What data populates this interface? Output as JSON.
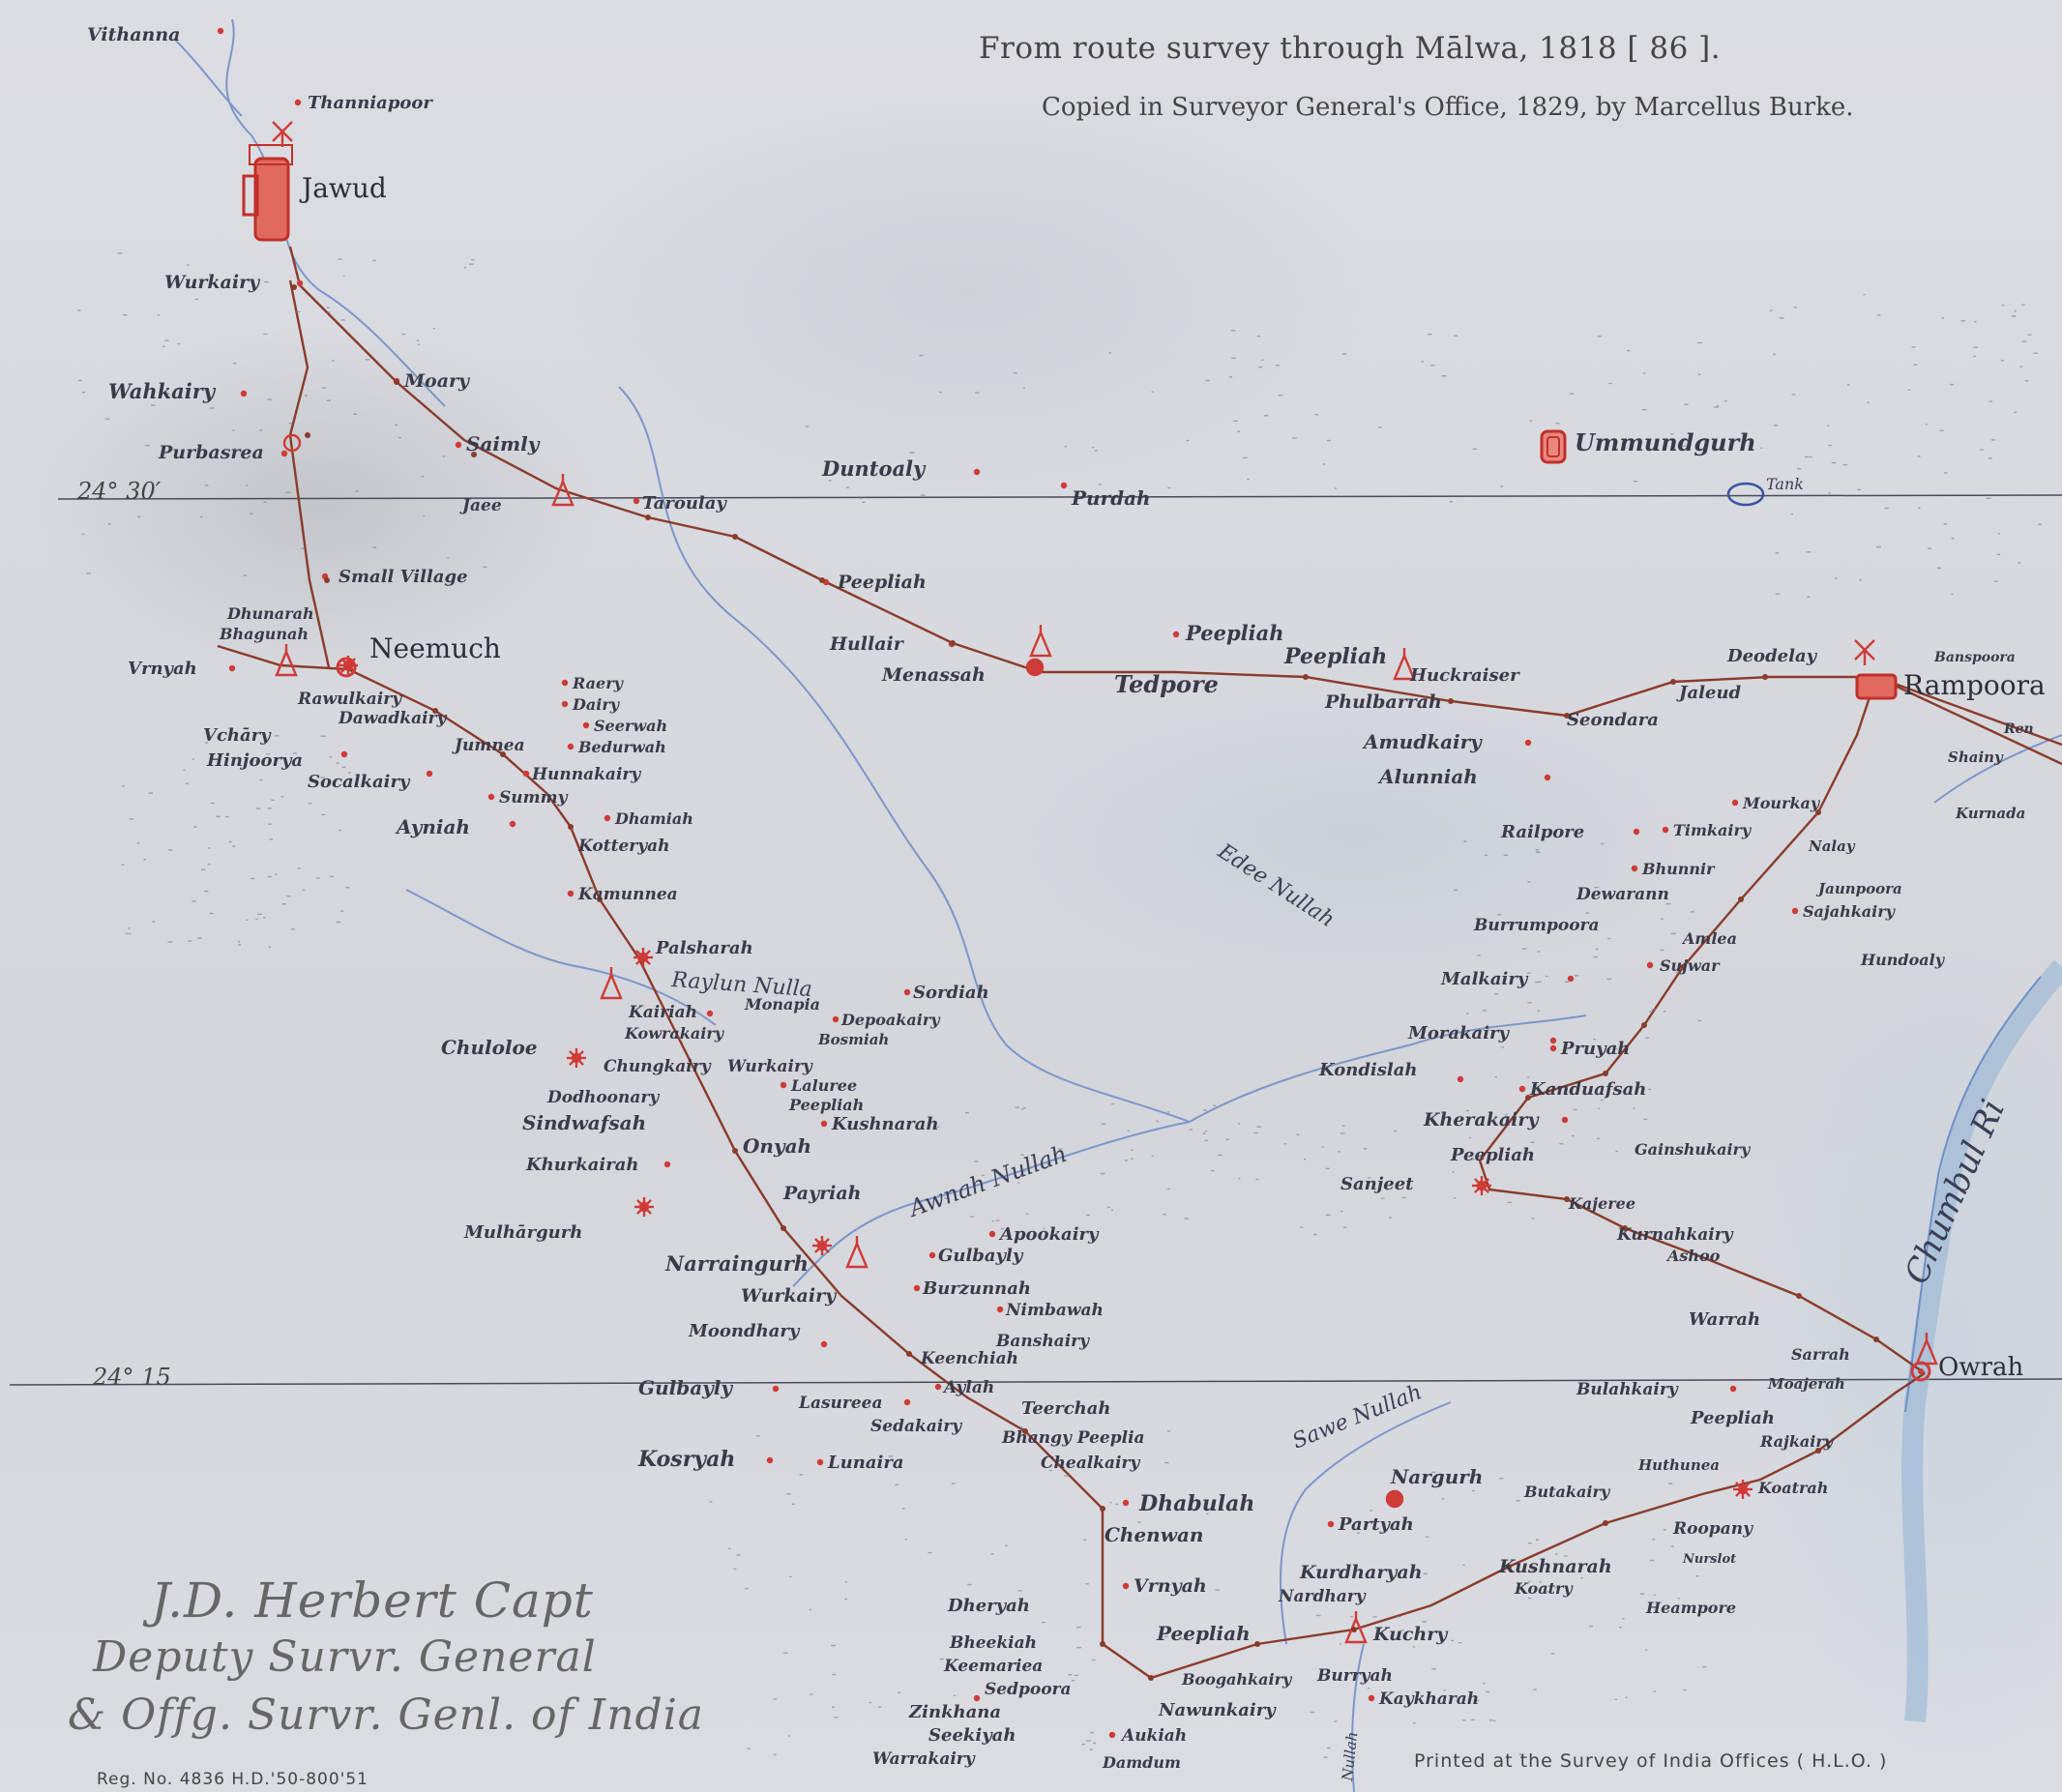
{
  "header": {
    "title": "From route survey through Mālwa, 1818 [ 86 ].",
    "subtitle": "Copied in Surveyor General's Office, 1829, by Marcellus Burke."
  },
  "graticule": {
    "north": "24° 30′",
    "south": "24° 15"
  },
  "towns": [
    {
      "id": "jawud",
      "name": "Jawud"
    },
    {
      "id": "neemuch",
      "name": "Neemuch"
    },
    {
      "id": "rampoora",
      "name": "Rampoora"
    },
    {
      "id": "owrah",
      "name": "Owrah"
    }
  ],
  "places": [
    {
      "id": "vithanna",
      "name": "Vithanna"
    },
    {
      "id": "thanniapoor",
      "name": "Thanniapoor"
    },
    {
      "id": "wurkairy-n",
      "name": "Wurkairy"
    },
    {
      "id": "wahkairy",
      "name": "Wahkairy"
    },
    {
      "id": "moary",
      "name": "Moary"
    },
    {
      "id": "saimly",
      "name": "Saimly"
    },
    {
      "id": "purbasrea",
      "name": "Purbasrea"
    },
    {
      "id": "jaee",
      "name": "Jaee"
    },
    {
      "id": "taroulay",
      "name": "Taroulay"
    },
    {
      "id": "duntoaly",
      "name": "Duntoaly"
    },
    {
      "id": "purdah",
      "name": "Purdah"
    },
    {
      "id": "ummundgurh",
      "name": "Ummundgurh"
    },
    {
      "id": "small-village",
      "name": "Small Village"
    },
    {
      "id": "peepliah-1",
      "name": "Peepliah"
    },
    {
      "id": "dhunarah",
      "name": "Dhunarah"
    },
    {
      "id": "bhagunah",
      "name": "Bhagunah"
    },
    {
      "id": "vrnyah",
      "name": "Vrnyah"
    },
    {
      "id": "rawulkairy",
      "name": "Rawulkairy"
    },
    {
      "id": "dawadkairy",
      "name": "Dawadkairy"
    },
    {
      "id": "vchary",
      "name": "Vchāry"
    },
    {
      "id": "hinjoorya",
      "name": "Hinjoorya"
    },
    {
      "id": "socalkairy",
      "name": "Socalkairy"
    },
    {
      "id": "jumnea",
      "name": "Jumnea"
    },
    {
      "id": "raery",
      "name": "Raery"
    },
    {
      "id": "dairy",
      "name": "Dairy"
    },
    {
      "id": "seerwah",
      "name": "Seerwah"
    },
    {
      "id": "bedurwah",
      "name": "Bedurwah"
    },
    {
      "id": "hunnakairy",
      "name": "Hunnakairy"
    },
    {
      "id": "summy",
      "name": "Summy"
    },
    {
      "id": "dhamiah",
      "name": "Dhamiah"
    },
    {
      "id": "ayniah",
      "name": "Ayniah"
    },
    {
      "id": "kotteryah",
      "name": "Kotteryah"
    },
    {
      "id": "hullair",
      "name": "Hullair"
    },
    {
      "id": "menassah",
      "name": "Menassah"
    },
    {
      "id": "tedpore",
      "name": "Tedpore"
    },
    {
      "id": "peepliah-2",
      "name": "Peepliah"
    },
    {
      "id": "peepliah-3",
      "name": "Peepliah"
    },
    {
      "id": "phulbarrah",
      "name": "Phulbarrah"
    },
    {
      "id": "huckraiser",
      "name": "Huckraiser"
    },
    {
      "id": "seondara",
      "name": "Seondara"
    },
    {
      "id": "jaleud",
      "name": "Jaleud"
    },
    {
      "id": "deodelay",
      "name": "Deodelay"
    },
    {
      "id": "amudkairy",
      "name": "Amudkairy"
    },
    {
      "id": "alunniah",
      "name": "Alunniah"
    },
    {
      "id": "kamunnea",
      "name": "Kamunnea"
    },
    {
      "id": "palsharah",
      "name": "Palsharah"
    },
    {
      "id": "kairiah",
      "name": "Kairiah"
    },
    {
      "id": "monapia",
      "name": "Monapia"
    },
    {
      "id": "sordiah",
      "name": "Sordiah"
    },
    {
      "id": "kowrakairy",
      "name": "Kowrakairy"
    },
    {
      "id": "depoakairy",
      "name": "Depoakairy"
    },
    {
      "id": "bosmiah",
      "name": "Bosmiah"
    },
    {
      "id": "chuloloe",
      "name": "Chuloloe"
    },
    {
      "id": "chungkairy",
      "name": "Chungkairy"
    },
    {
      "id": "wurkairy-m",
      "name": "Wurkairy"
    },
    {
      "id": "dodhoonary",
      "name": "Dodhoonary"
    },
    {
      "id": "laluree",
      "name": "Laluree"
    },
    {
      "id": "peepliah-4",
      "name": "Peepliah"
    },
    {
      "id": "sindwafsah",
      "name": "Sindwafsah"
    },
    {
      "id": "kushnarah-1",
      "name": "Kushnarah"
    },
    {
      "id": "onyah",
      "name": "Onyah"
    },
    {
      "id": "khurkairah",
      "name": "Khurkairah"
    },
    {
      "id": "payriah",
      "name": "Payriah"
    },
    {
      "id": "mulhargurh",
      "name": "Mulhārgurh"
    },
    {
      "id": "narraingurh",
      "name": "Narraingurh"
    },
    {
      "id": "apookairy",
      "name": "Apookairy"
    },
    {
      "id": "gulbayly-1",
      "name": "Gulbayly"
    },
    {
      "id": "wurkairy-s",
      "name": "Wurkairy"
    },
    {
      "id": "burzunnah",
      "name": "Burzunnah"
    },
    {
      "id": "nimbawah",
      "name": "Nimbawah"
    },
    {
      "id": "moondhary",
      "name": "Moondhary"
    },
    {
      "id": "banshairy",
      "name": "Banshairy"
    },
    {
      "id": "keenchiah",
      "name": "Keenchiah"
    },
    {
      "id": "gulbayly-2",
      "name": "Gulbayly"
    },
    {
      "id": "lasureea",
      "name": "Lasureea"
    },
    {
      "id": "aylah",
      "name": "Aylah"
    },
    {
      "id": "teerchah",
      "name": "Teerchah"
    },
    {
      "id": "sedakairy",
      "name": "Sedakairy"
    },
    {
      "id": "bhangy-peeplia",
      "name": "Bhangy Peeplia"
    },
    {
      "id": "kosryah",
      "name": "Kosryah"
    },
    {
      "id": "lunaira",
      "name": "Lunaira"
    },
    {
      "id": "chealkairy",
      "name": "Chealkairy"
    },
    {
      "id": "dhabulah",
      "name": "Dhabulah"
    },
    {
      "id": "chenwan",
      "name": "Chenwan"
    },
    {
      "id": "dheryah",
      "name": "Dheryah"
    },
    {
      "id": "vrnyah-2",
      "name": "Vrnyah"
    },
    {
      "id": "bheekiah",
      "name": "Bheekiah"
    },
    {
      "id": "keemariea",
      "name": "Keemariea"
    },
    {
      "id": "sedpoora",
      "name": "Sedpoora"
    },
    {
      "id": "zinkhana",
      "name": "Zinkhana"
    },
    {
      "id": "seekiyah",
      "name": "Seekiyah"
    },
    {
      "id": "warrakairy",
      "name": "Warrakairy"
    },
    {
      "id": "aukiah",
      "name": "Aukiah"
    },
    {
      "id": "damdum",
      "name": "Damdum"
    },
    {
      "id": "peepliah-5",
      "name": "Peepliah"
    },
    {
      "id": "boogahkairy",
      "name": "Boogahkairy"
    },
    {
      "id": "nawunkairy",
      "name": "Nawunkairy"
    },
    {
      "id": "burryah",
      "name": "Burryah"
    },
    {
      "id": "kaykharah",
      "name": "Kaykharah"
    },
    {
      "id": "kurdharyah",
      "name": "Kurdharyah"
    },
    {
      "id": "nardhary",
      "name": "Nardhary"
    },
    {
      "id": "kuchry",
      "name": "Kuchry"
    },
    {
      "id": "kushnarah-2",
      "name": "Kushnarah"
    },
    {
      "id": "koatry",
      "name": "Koatry"
    },
    {
      "id": "nargurh",
      "name": "Nargurh"
    },
    {
      "id": "partyah",
      "name": "Partyah"
    },
    {
      "id": "butakairy",
      "name": "Butakairy"
    },
    {
      "id": "bulahkairy",
      "name": "Bulahkairy"
    },
    {
      "id": "moajerah",
      "name": "Moajerah"
    },
    {
      "id": "peepliah-6",
      "name": "Peepliah"
    },
    {
      "id": "rajkairy",
      "name": "Rajkairy"
    },
    {
      "id": "huthunea",
      "name": "Huthunea"
    },
    {
      "id": "koatrah",
      "name": "Koatrah"
    },
    {
      "id": "roopany",
      "name": "Roopany"
    },
    {
      "id": "nurslot",
      "name": "Nurslot"
    },
    {
      "id": "heampore",
      "name": "Heampore"
    },
    {
      "id": "sanjeet",
      "name": "Sanjeet"
    },
    {
      "id": "peepliah-7",
      "name": "Peepliah"
    },
    {
      "id": "kherakairy",
      "name": "Kherakairy"
    },
    {
      "id": "kajeree",
      "name": "Kajeree"
    },
    {
      "id": "gainshukairy",
      "name": "Gainshukairy"
    },
    {
      "id": "kurnahkairy",
      "name": "Kurnahkairy"
    },
    {
      "id": "ashoo",
      "name": "Ashoo"
    },
    {
      "id": "warrah",
      "name": "Warrah"
    },
    {
      "id": "sarrah",
      "name": "Sarrah"
    },
    {
      "id": "kondislah",
      "name": "Kondislah"
    },
    {
      "id": "kanduafsah",
      "name": "Kanduafsah"
    },
    {
      "id": "morakairy",
      "name": "Morakairy"
    },
    {
      "id": "pruyah",
      "name": "Pruyah"
    },
    {
      "id": "malkairy",
      "name": "Malkairy"
    },
    {
      "id": "sujwar",
      "name": "Sujwar"
    },
    {
      "id": "amlea",
      "name": "Amlea"
    },
    {
      "id": "burrumpoora",
      "name": "Burrumpoora"
    },
    {
      "id": "dewarann",
      "name": "Dewarann"
    },
    {
      "id": "bhunnir",
      "name": "Bhunnir"
    },
    {
      "id": "railpore",
      "name": "Railpore"
    },
    {
      "id": "timkairy",
      "name": "Timkairy"
    },
    {
      "id": "mourkay",
      "name": "Mourkay"
    },
    {
      "id": "nalay",
      "name": "Nalay"
    },
    {
      "id": "jaunpoora",
      "name": "Jaunpoora"
    },
    {
      "id": "sajahkairy",
      "name": "Sajahkairy"
    },
    {
      "id": "hundoaly",
      "name": "Hundoaly"
    },
    {
      "id": "kurnada",
      "name": "Kurnada"
    },
    {
      "id": "banspoora",
      "name": "Banspoora"
    },
    {
      "id": "ren",
      "name": "Ren"
    },
    {
      "id": "shainy",
      "name": "Shainy"
    }
  ],
  "water": {
    "tank": "Tank",
    "ede-nullah": "Edee Nullah",
    "raylun-nulla": "Raylun Nulla",
    "awnah-nullah": "Awnah Nullah",
    "sawe-nullah": "Sawe Nullah",
    "chumbul": "Chumbul Ri",
    "nullah-s": "Nullah"
  },
  "signature": {
    "line1": "J.D. Herbert Capt",
    "line2": "Deputy Survr. General",
    "line3": "& Offg. Survr. Genl. of India"
  },
  "footer": {
    "reg_no": "Reg. No. 4836 H.D.'50-800'51",
    "printed_by": "Printed at the Survey of India Offices ( H.L.O. )"
  },
  "colors": {
    "paper": "#d9dbe1",
    "route": "#8a3b2a",
    "settlement": "#cf3b36",
    "river": "#6f8fc8",
    "ink": "#3a3a48"
  }
}
